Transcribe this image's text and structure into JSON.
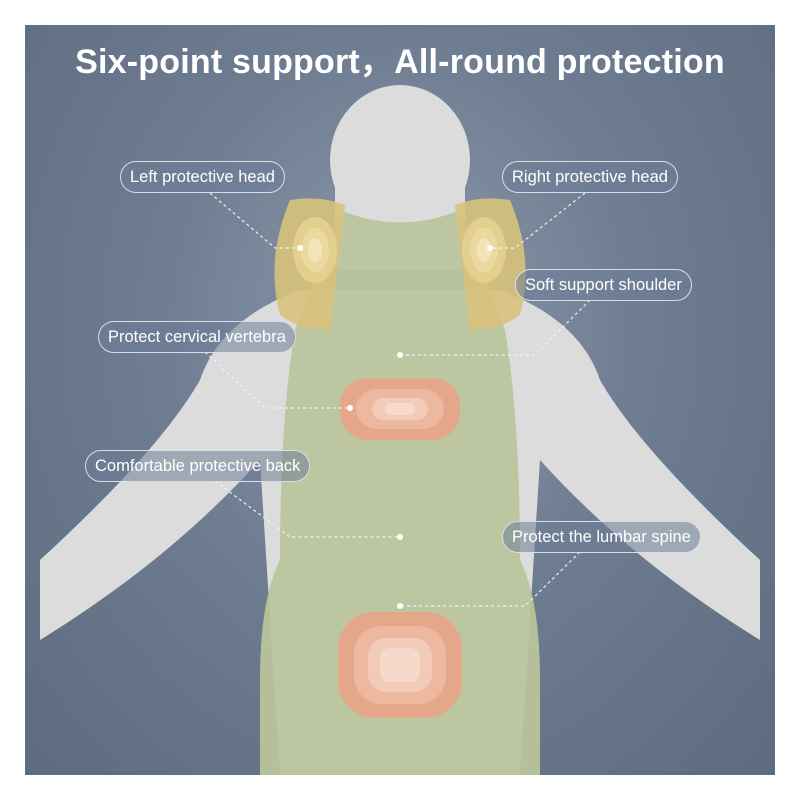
{
  "title": "Six-point support，All-round protection",
  "labels": {
    "left_head": "Left protective head",
    "right_head": "Right protective head",
    "shoulder": "Soft support shoulder",
    "cervical": "Protect cervical vertebra",
    "back": "Comfortable protective back",
    "lumbar": "Protect the lumbar spine"
  },
  "colors": {
    "background": "#6f7d92",
    "body": "#d8d8d8",
    "vest": "#b8c39a",
    "shoulder_pad": "#d9c27a",
    "heat_pad": "#e6a487"
  }
}
